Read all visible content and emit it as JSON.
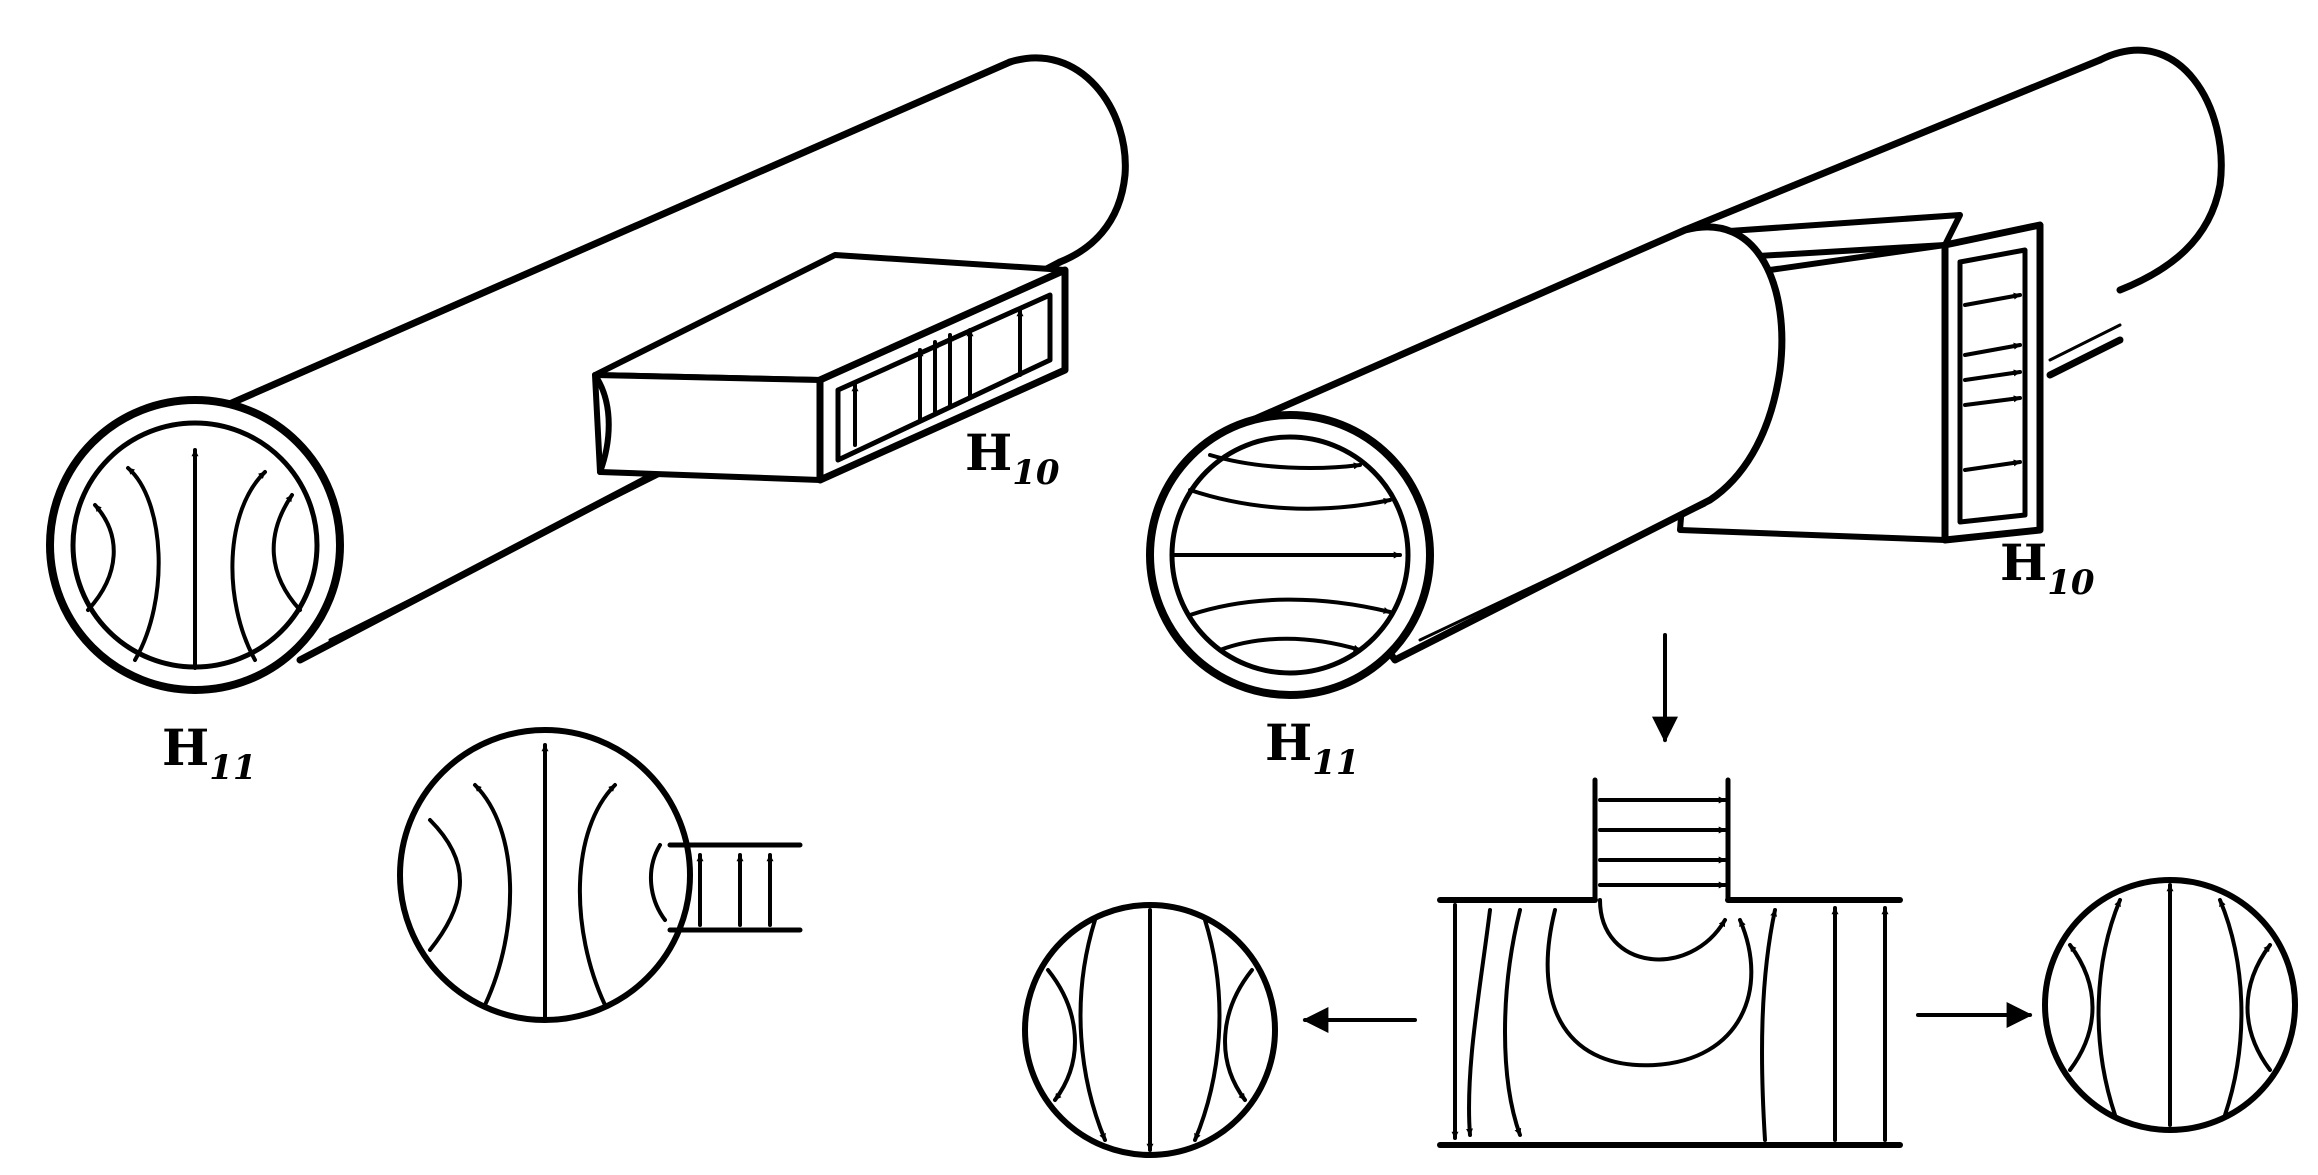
{
  "colors": {
    "ink": "#000000",
    "paper": "#ffffff"
  },
  "labels": {
    "left_circular_mode": {
      "main": "H",
      "sub": "11"
    },
    "left_rect_mode": {
      "main": "H",
      "sub": "10"
    },
    "right_circular_mode": {
      "main": "H",
      "sub": "11"
    },
    "right_rect_mode": {
      "main": "H",
      "sub": "10"
    }
  }
}
